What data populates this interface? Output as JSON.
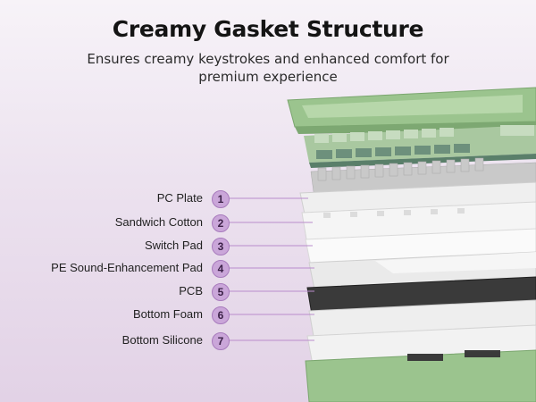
{
  "title": "Creamy Gasket Structure",
  "subtitle": "Ensures creamy keystrokes and enhanced comfort for premium experience",
  "layers": [
    {
      "num": "1",
      "label": "PC Plate"
    },
    {
      "num": "2",
      "label": "Sandwich Cotton"
    },
    {
      "num": "3",
      "label": "Switch Pad"
    },
    {
      "num": "4",
      "label": "PE Sound-Enhancement Pad"
    },
    {
      "num": "5",
      "label": "PCB"
    },
    {
      "num": "6",
      "label": "Bottom Foam"
    },
    {
      "num": "7",
      "label": "Bottom Silicone"
    }
  ],
  "colors": {
    "accent": "#caa6d9",
    "accent_line": "#b98ccc",
    "case_green": "#9bc48e",
    "keycap_green": "#a9c8a0",
    "keycap_dark": "#5a7f6a",
    "plate": "#eeeeee",
    "pcb": "#3a3a3a"
  }
}
